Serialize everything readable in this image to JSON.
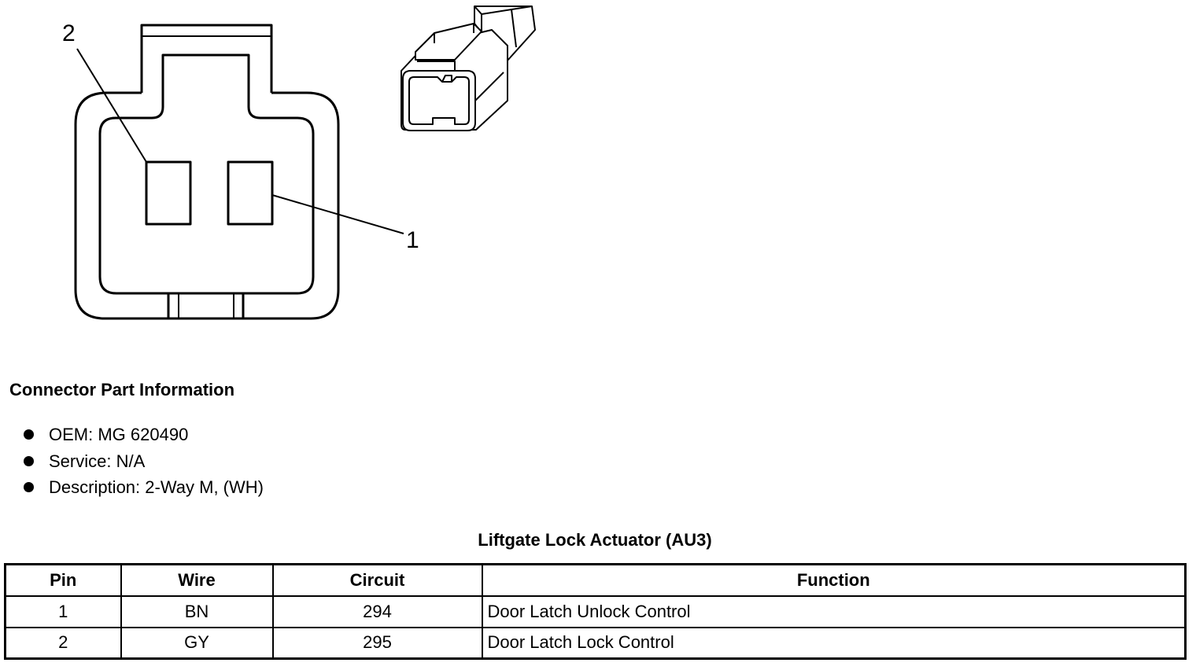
{
  "diagram": {
    "pin_label_1": "1",
    "pin_label_2": "2"
  },
  "connector_info": {
    "title": "Connector Part Information",
    "items": [
      "OEM: MG 620490",
      "Service: N/A",
      "Description: 2-Way M, (WH)"
    ]
  },
  "table": {
    "title": "Liftgate Lock Actuator (AU3)",
    "headers": [
      "Pin",
      "Wire",
      "Circuit",
      "Function"
    ],
    "rows": [
      [
        "1",
        "BN",
        "294",
        "Door Latch Unlock Control"
      ],
      [
        "2",
        "GY",
        "295",
        "Door Latch Lock Control"
      ]
    ]
  }
}
